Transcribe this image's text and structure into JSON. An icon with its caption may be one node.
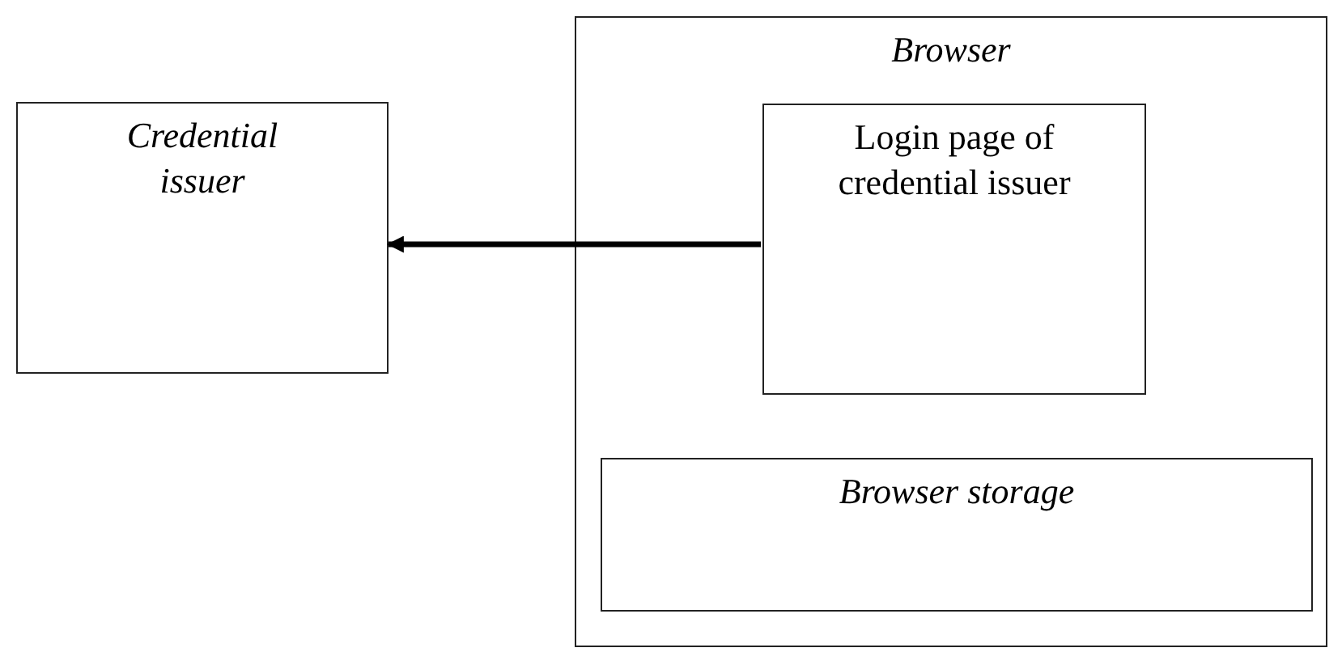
{
  "diagram": {
    "nodes": [
      {
        "text": [
          "Credential issuer"
        ]
      },
      {
        "text": [
          "Browser"
        ]
      },
      {
        "text": [
          "Login page of credential issuer"
        ],
        "in": 1
      },
      {
        "text": [
          "Browser storage"
        ],
        "in": 1
      }
    ],
    "edges": [
      {
        "from": 2,
        "to": 0,
        "arrow": "to"
      }
    ]
  }
}
